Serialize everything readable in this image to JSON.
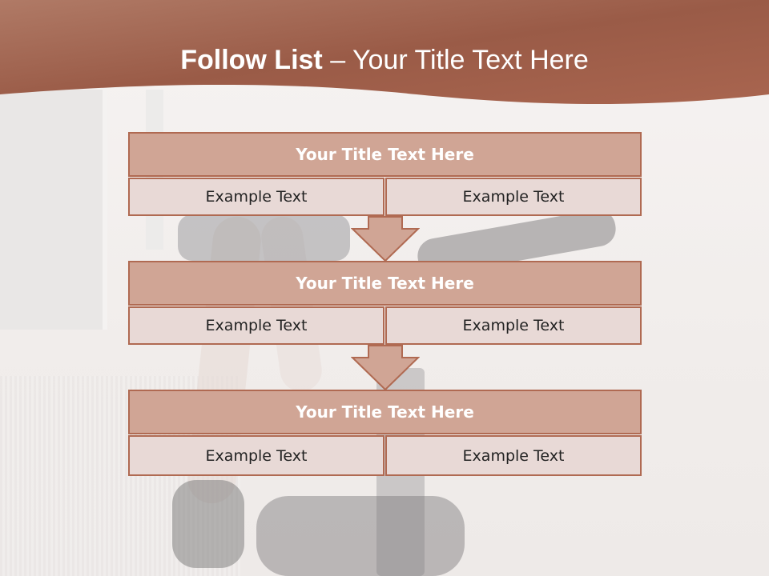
{
  "slide": {
    "title_bold": "Follow List ",
    "title_rest": " – Your Title Text Here"
  },
  "colors": {
    "banner": "#9c5a45",
    "header_fill": "#d0a595",
    "cell_fill": "#e8d9d6",
    "border": "#b06a52"
  },
  "blocks": [
    {
      "header": "Your Title Text Here",
      "left": "Example Text",
      "right": "Example Text"
    },
    {
      "header": "Your Title Text Here",
      "left": "Example Text",
      "right": "Example Text"
    },
    {
      "header": "Your Title Text Here",
      "left": "Example Text",
      "right": "Example Text"
    }
  ],
  "arrows": [
    "arrow-down-icon",
    "arrow-down-icon"
  ]
}
